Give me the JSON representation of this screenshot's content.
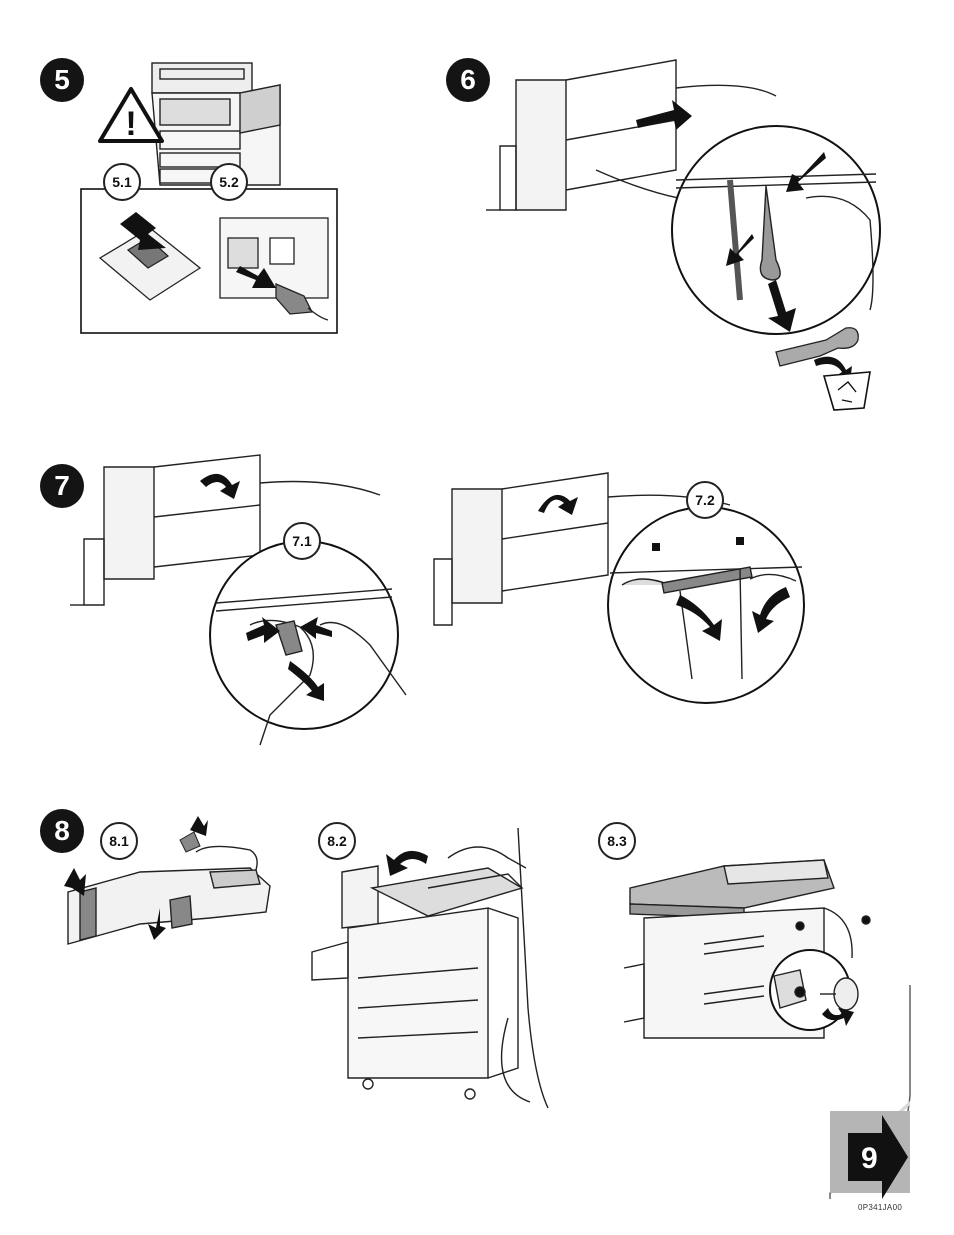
{
  "steps": {
    "s5": {
      "number": "5",
      "sub1": "5.1",
      "sub2": "5.2"
    },
    "s6": {
      "number": "6"
    },
    "s7": {
      "number": "7",
      "sub1": "7.1",
      "sub2": "7.2"
    },
    "s8": {
      "number": "8",
      "sub1": "8.1",
      "sub2": "8.2",
      "sub3": "8.3"
    }
  },
  "next_step": "9",
  "warning_glyph": "!",
  "figure_code": "0P341JA00",
  "icons": [
    "warning-triangle-icon",
    "recycle-bin-icon",
    "next-page-arrow-icon"
  ],
  "colors": {
    "ink": "#141414",
    "paper": "#ffffff",
    "shade": "#8a8a8a"
  }
}
